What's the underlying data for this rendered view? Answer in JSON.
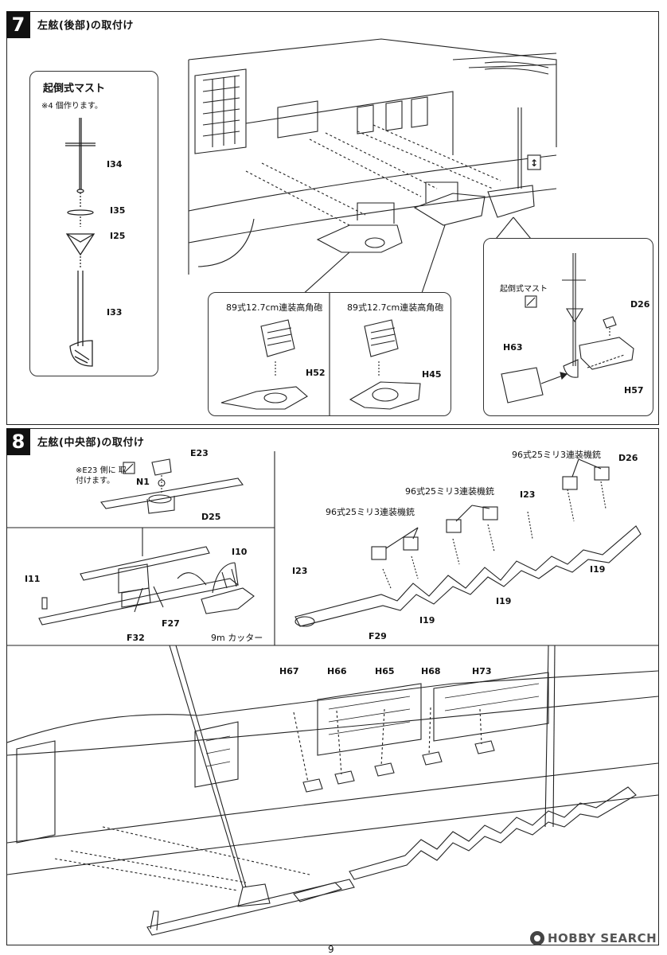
{
  "step7": {
    "number": "7",
    "title": "左舷(後部)の取付け",
    "mast_title": "起倒式マスト",
    "mast_note": "※4 個作ります。",
    "parts": [
      "I34",
      "I35",
      "I25",
      "I33"
    ],
    "inset_a": {
      "caption": "89式12.7cm連装高角砲",
      "part": "H52"
    },
    "inset_b": {
      "caption": "89式12.7cm連装高角砲",
      "part": "H45"
    },
    "inset_c": {
      "caption": "起倒式マスト",
      "parts": [
        "D26",
        "H63",
        "H57"
      ]
    }
  },
  "step8": {
    "number": "8",
    "title": "左舷(中央部)の取付け",
    "note": "※E23 側に 取付けます。",
    "parts_left": [
      "E23",
      "N1",
      "D25",
      "I10",
      "I11",
      "F32",
      "F27"
    ],
    "cutter_label": "9m カッター",
    "gun_caption": "96式25ミリ3連装機銃",
    "parts_right": [
      "D26",
      "I23",
      "I19",
      "I19",
      "I19",
      "I23",
      "F29"
    ],
    "hull_parts": [
      "H67",
      "H66",
      "H65",
      "H68",
      "H73"
    ]
  },
  "page_number": "9",
  "watermark": "HOBBY SEARCH"
}
